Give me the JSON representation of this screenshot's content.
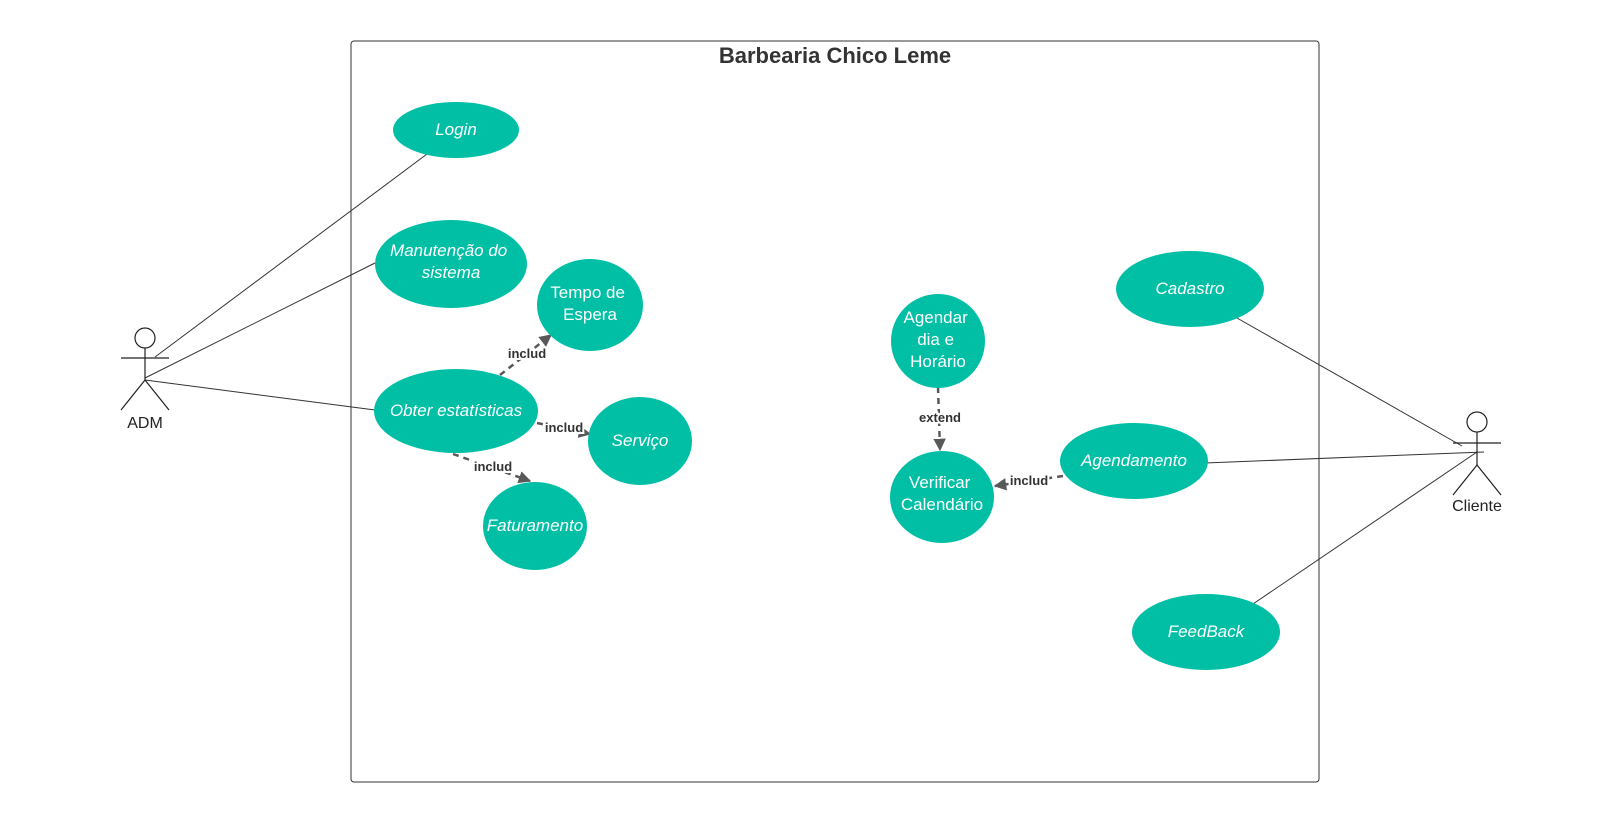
{
  "system": {
    "title": "Barbearia Chico Leme"
  },
  "actors": {
    "adm": {
      "label": "ADM"
    },
    "cliente": {
      "label": "Cliente"
    }
  },
  "use_cases": {
    "login": {
      "lines": [
        "Login"
      ],
      "italic": true
    },
    "manutencao": {
      "lines": [
        "Manutenção do",
        "sistema"
      ],
      "italic": true
    },
    "tempo_espera": {
      "lines": [
        "Tempo de",
        "Espera"
      ],
      "italic": false
    },
    "estatisticas": {
      "lines": [
        "Obter estatísticas"
      ],
      "italic": true
    },
    "servico": {
      "lines": [
        "Serviço"
      ],
      "italic": true
    },
    "faturamento": {
      "lines": [
        "Faturamento"
      ],
      "italic": true
    },
    "agendar": {
      "lines": [
        "Agendar",
        "dia e",
        "Horário"
      ],
      "italic": false
    },
    "verificar": {
      "lines": [
        "Verificar",
        "Calendário"
      ],
      "italic": false
    },
    "cadastro": {
      "lines": [
        "Cadastro"
      ],
      "italic": true
    },
    "agendamento": {
      "lines": [
        "Agendamento"
      ],
      "italic": true
    },
    "feedback": {
      "lines": [
        "FeedBack"
      ],
      "italic": true
    }
  },
  "relations": {
    "incl_tempo": {
      "label": "includ"
    },
    "incl_servico": {
      "label": "includ"
    },
    "incl_faturamento": {
      "label": "includ"
    },
    "extend_agendar": {
      "label": "extend"
    },
    "incl_verificar": {
      "label": "includ"
    }
  },
  "colors": {
    "use_case_fill": "#00bfa5",
    "line": "#333333",
    "dependency": "#595959"
  }
}
